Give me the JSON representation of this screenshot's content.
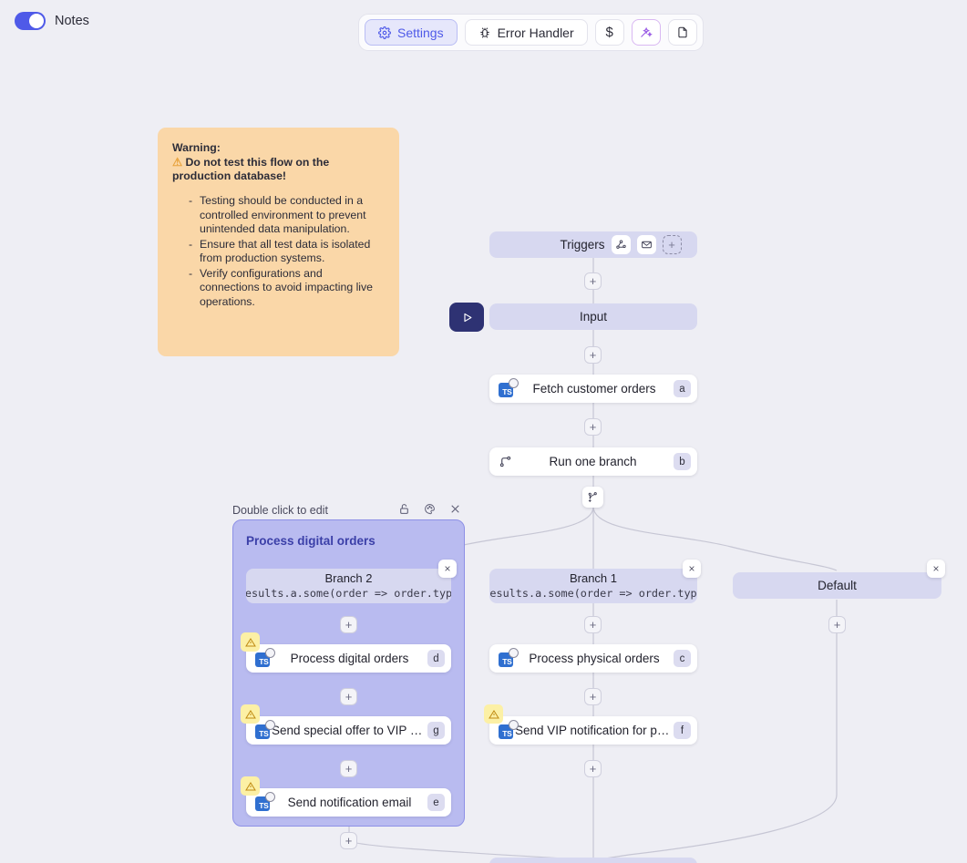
{
  "topbar": {
    "notes_toggle_label": "Notes",
    "notes_toggle_state": "on",
    "buttons": [
      {
        "label": "Settings",
        "icon": "gear-icon",
        "active": true
      },
      {
        "label": "Error Handler",
        "icon": "bug-icon",
        "active": false
      },
      {
        "label": "$",
        "icon": "dollar-icon",
        "active": false
      },
      {
        "label": "",
        "icon": "magic-wand-icon",
        "active": false
      },
      {
        "label": "",
        "icon": "document-icon",
        "active": false
      }
    ]
  },
  "note": {
    "heading": "Warning:",
    "subheading": "Do not test this flow on the production database!",
    "warn_emoji": "⚠",
    "bullets": [
      "Testing should be conducted in a controlled environment to prevent unintended data manipulation.",
      "Ensure that all test data is isolated from production systems.",
      "Verify configurations and connections to avoid impacting live operations."
    ]
  },
  "flow": {
    "triggers": {
      "label": "Triggers",
      "chips": [
        "webhook-icon",
        "email-icon"
      ],
      "add_label": "+"
    },
    "input": {
      "label": "Input",
      "run_button": "play-icon"
    },
    "fetch": {
      "label": "Fetch customer orders",
      "badge": "a",
      "icon": "typescript-icon"
    },
    "run_one_branch": {
      "label": "Run one branch",
      "badge": "b",
      "icon": "branch-icon"
    },
    "branches": [
      {
        "name": "Branch 2",
        "code": "results.a.some(order => order.type",
        "nodes": [
          {
            "label": "Process digital orders",
            "badge": "d",
            "icon": "typescript-icon",
            "warning": true
          },
          {
            "label": "Send special offer to VIP digital c...",
            "badge": "g",
            "icon": "typescript-icon",
            "warning": true
          },
          {
            "label": "Send notification email",
            "badge": "e",
            "icon": "typescript-icon",
            "warning": true
          }
        ]
      },
      {
        "name": "Branch 1",
        "code": "results.a.some(order => order.type",
        "nodes": [
          {
            "label": "Process physical orders",
            "badge": "c",
            "icon": "typescript-icon",
            "warning": false
          },
          {
            "label": "Send VIP notification for physical...",
            "badge": "f",
            "icon": "typescript-icon",
            "warning": true
          }
        ]
      },
      {
        "name": "Default",
        "code": "",
        "nodes": []
      }
    ],
    "group": {
      "header_hint": "Double click to edit",
      "title": "Process digital orders",
      "header_icons": [
        "lock-open-icon",
        "palette-icon",
        "close-icon"
      ]
    },
    "plus_label": "+",
    "close_label": "×"
  },
  "colors": {
    "accent": "#4f5ae8",
    "canvas_bg": "#eeeef4",
    "node_lavender": "#d7d8f0",
    "group_fill": "#b9bbf0",
    "group_border": "#8d90e6",
    "note_bg": "#fad7a8",
    "run_btn": "#2e3273",
    "ts_blue": "#2f6fd0",
    "warning_yellow": "#fcf0a5"
  }
}
